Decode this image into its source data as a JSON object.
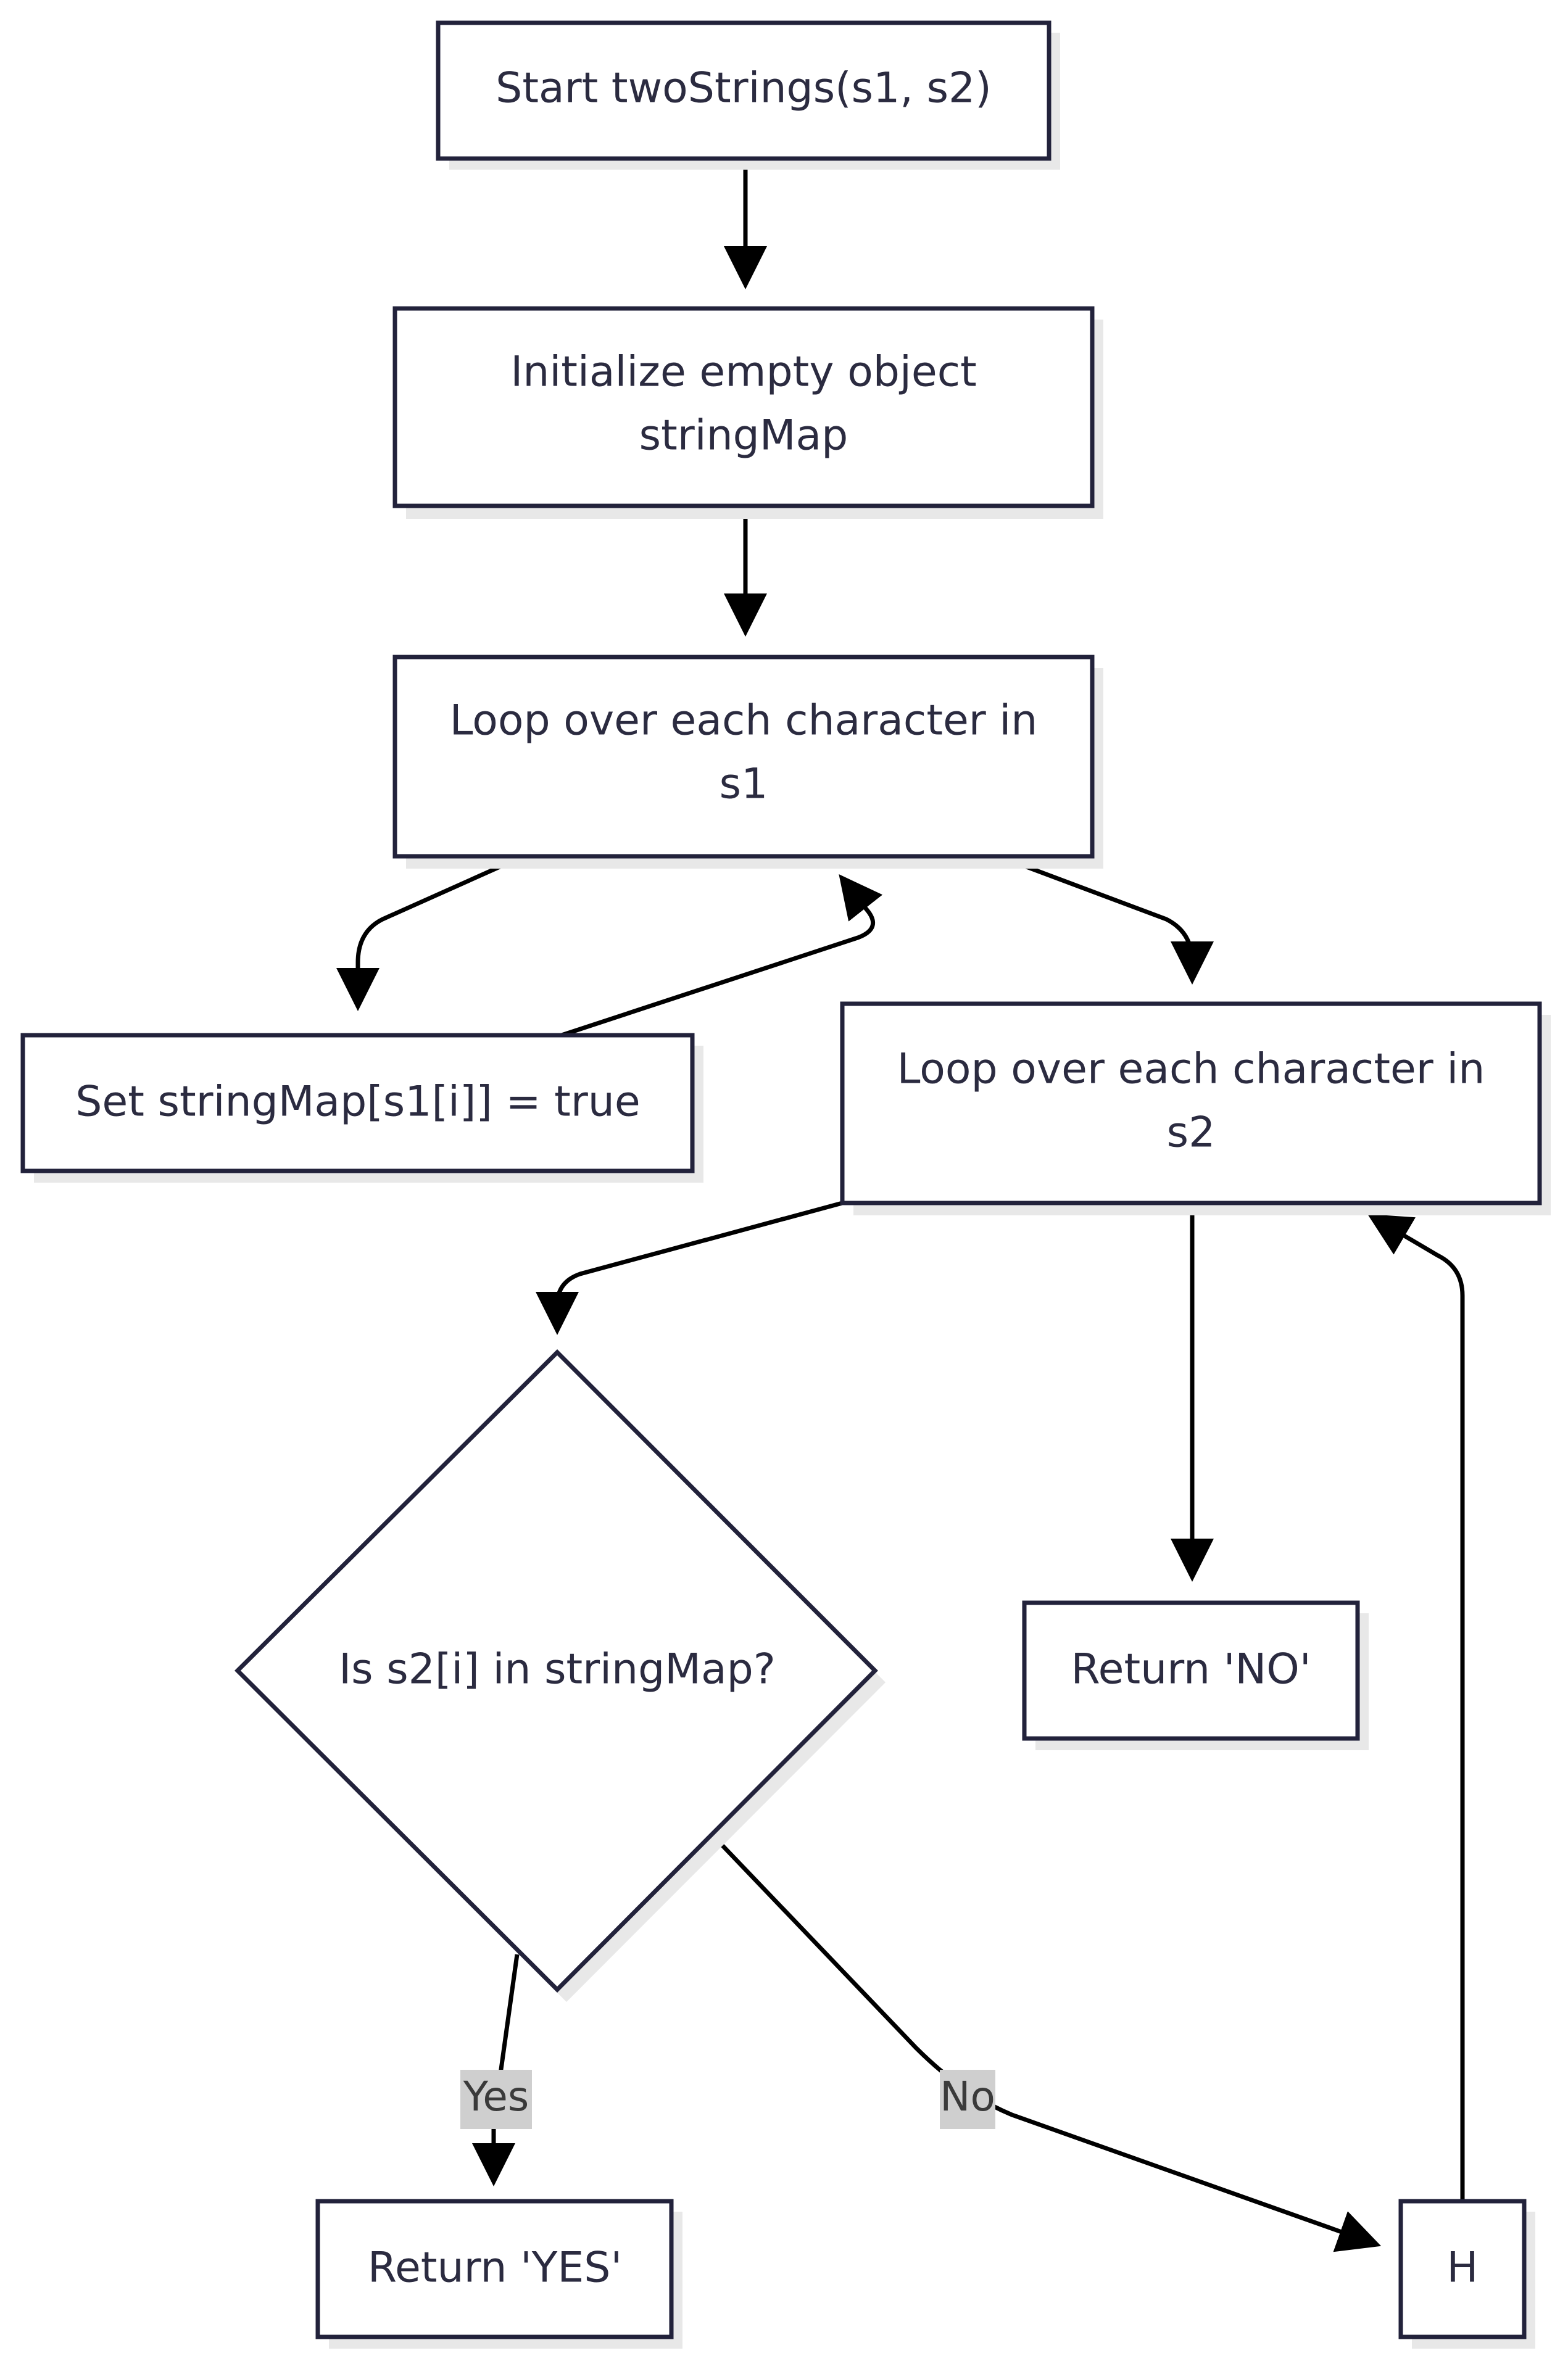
{
  "nodes": {
    "start": {
      "lines": [
        "Start twoStrings(s1, s2)"
      ]
    },
    "init": {
      "lines": [
        "Initialize empty object",
        "stringMap"
      ]
    },
    "loop_s1": {
      "lines": [
        "Loop over each character in",
        "s1"
      ]
    },
    "set_map": {
      "lines": [
        "Set stringMap[s1[i]] = true"
      ]
    },
    "loop_s2": {
      "lines": [
        "Loop over each character in",
        "s2"
      ]
    },
    "decision": {
      "lines": [
        "Is s2[i] in stringMap?"
      ]
    },
    "return_no": {
      "lines": [
        "Return 'NO'"
      ]
    },
    "return_yes": {
      "lines": [
        "Return 'YES'"
      ]
    },
    "h": {
      "lines": [
        "H"
      ]
    }
  },
  "edge_labels": {
    "yes": "Yes",
    "no": "No"
  },
  "colors": {
    "node_stroke": "#22223b",
    "node_fill": "#ffffff",
    "edge": "#000000",
    "label_bg": "#cfcfcf",
    "text": "#2b2b40"
  }
}
